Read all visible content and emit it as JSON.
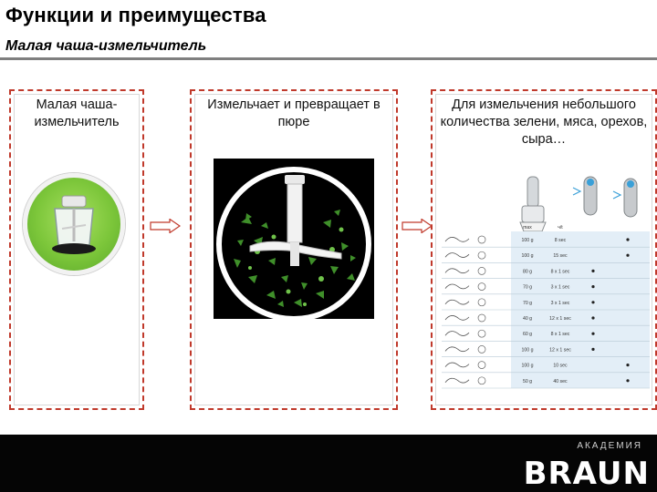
{
  "slide": {
    "title": "Функции и преимущества",
    "subtitle": "Малая чаша-измельчитель"
  },
  "panels": [
    {
      "text": "Малая чаша-измельчитель"
    },
    {
      "text": "Измельчает и превращает в пюре"
    },
    {
      "text": "Для измельчения небольшого количества зелени, мяса, орехов, сыра…"
    }
  ],
  "usage_table": {
    "header_qty": "max",
    "header_time": "ч/t",
    "rows": [
      {
        "qty": "100 g",
        "time": "8 sec"
      },
      {
        "qty": "100 g",
        "time": "15 sec"
      },
      {
        "qty": "80 g",
        "time": "8 x 1 sec"
      },
      {
        "qty": "70 g",
        "time": "3 x 1 sec"
      },
      {
        "qty": "70 g",
        "time": "3 x 1 sec"
      },
      {
        "qty": "40 g",
        "time": "12 x 1 sec"
      },
      {
        "qty": "60 g",
        "time": "8 x 1 sec"
      },
      {
        "qty": "100 g",
        "time": "12 x 1 sec"
      },
      {
        "qty": "100 g",
        "time": "10 sec"
      },
      {
        "qty": "50 g",
        "time": "40 sec"
      }
    ]
  },
  "footer": {
    "academy": "АКАДЕМИЯ",
    "brand": "BRAUN"
  },
  "colors": {
    "panel_border": "#c0392b",
    "rule": "#7f7f7f",
    "footer_bg": "#050505",
    "green_circle": "#7cc63a"
  }
}
